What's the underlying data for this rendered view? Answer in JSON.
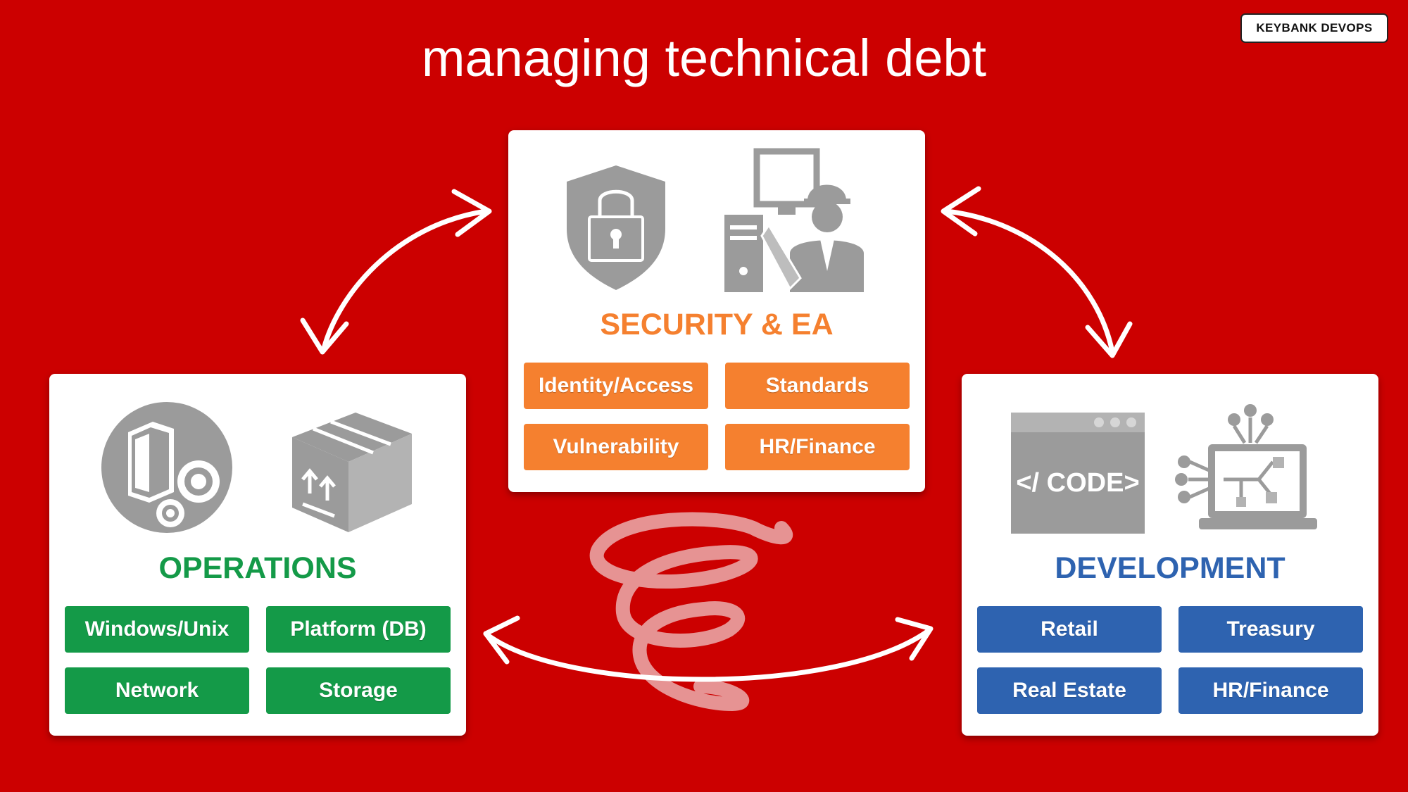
{
  "badge": "KEYBANK DEVOPS",
  "title": "managing technical debt",
  "colors": {
    "background": "#cc0000",
    "security": "#f5802f",
    "operations": "#149a48",
    "development": "#2e63b0",
    "icon_gray": "#9b9b9b"
  },
  "security": {
    "title": "SECURITY & EA",
    "icons": [
      "shield-lock-icon",
      "engineer-workstation-icon"
    ],
    "items": [
      "Identity/Access",
      "Standards",
      "Vulnerability",
      "HR/Finance"
    ]
  },
  "operations": {
    "title": "OPERATIONS",
    "icons": [
      "server-gears-icon",
      "package-box-icon"
    ],
    "items": [
      "Windows/Unix",
      "Platform (DB)",
      "Network",
      "Storage"
    ]
  },
  "development": {
    "title": "DEVELOPMENT",
    "icons": [
      "code-window-icon",
      "laptop-network-icon"
    ],
    "code_label": "</ CODE>",
    "items": [
      "Retail",
      "Treasury",
      "Real Estate",
      "HR/Finance"
    ]
  }
}
